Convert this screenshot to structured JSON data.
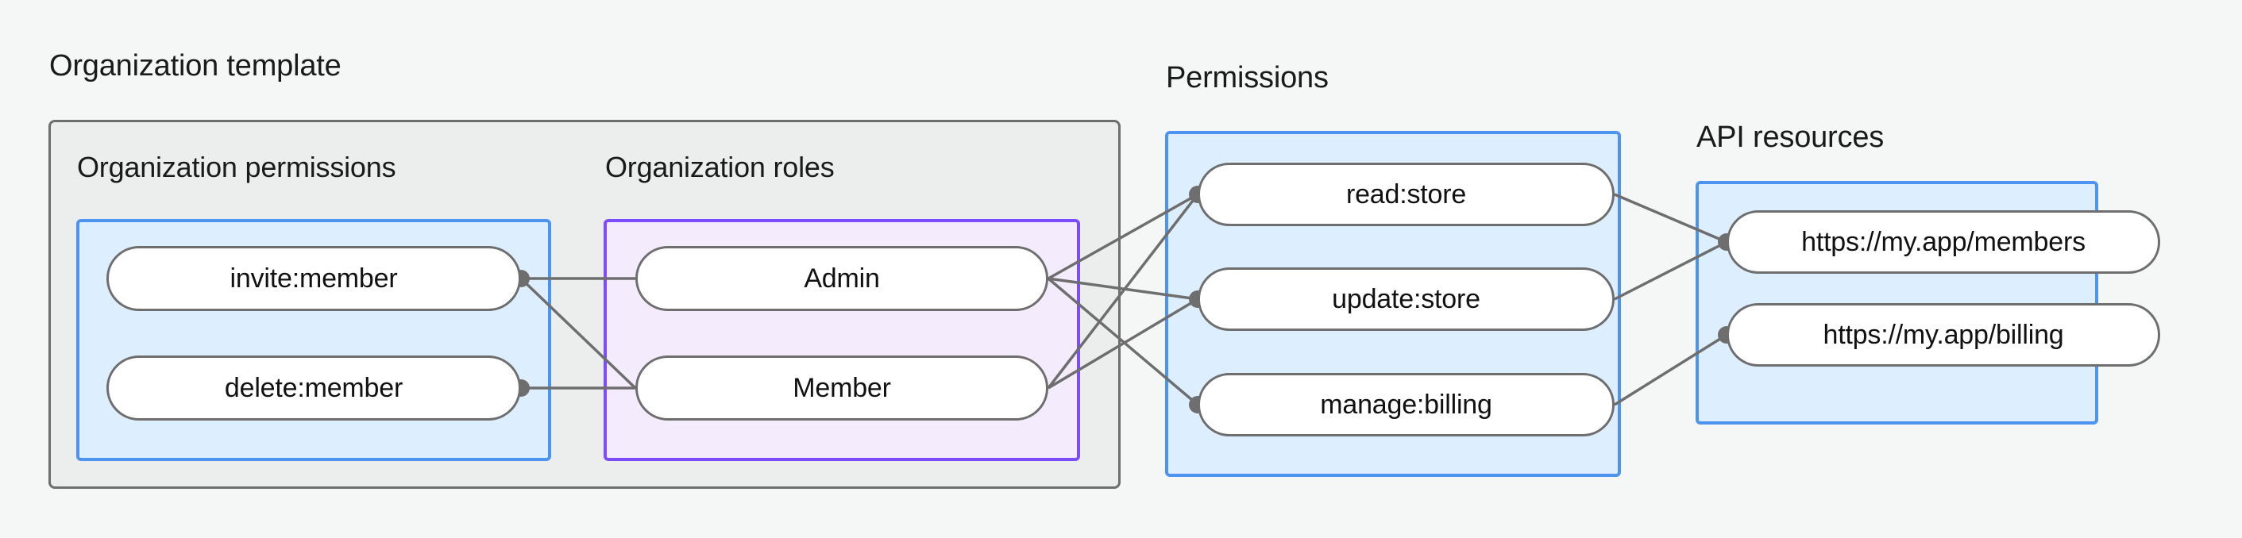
{
  "sections": {
    "org_template": {
      "caption": "Organization template"
    },
    "permissions": {
      "caption": "Permissions"
    },
    "api_resources": {
      "caption": "API resources"
    }
  },
  "groups": {
    "org_permissions": {
      "title": "Organization permissions",
      "nodes": [
        {
          "label": "invite:member"
        },
        {
          "label": "delete:member"
        }
      ]
    },
    "org_roles": {
      "title": "Organization roles",
      "nodes": [
        {
          "label": "Admin"
        },
        {
          "label": "Member"
        }
      ]
    },
    "permissions": {
      "nodes": [
        {
          "label": "read:store"
        },
        {
          "label": "update:store"
        },
        {
          "label": "manage:billing"
        }
      ]
    },
    "api_resources": {
      "nodes": [
        {
          "label": "https://my.app/members"
        },
        {
          "label": "https://my.app/billing"
        }
      ]
    }
  },
  "edges": [
    {
      "from": "invite:member",
      "to": "Admin"
    },
    {
      "from": "invite:member",
      "to": "Member"
    },
    {
      "from": "delete:member",
      "to": "Member"
    },
    {
      "from": "Admin",
      "to": "read:store"
    },
    {
      "from": "Admin",
      "to": "update:store"
    },
    {
      "from": "Admin",
      "to": "manage:billing"
    },
    {
      "from": "Member",
      "to": "read:store"
    },
    {
      "from": "Member",
      "to": "update:store"
    },
    {
      "from": "read:store",
      "to": "https://my.app/members"
    },
    {
      "from": "update:store",
      "to": "https://my.app/members"
    },
    {
      "from": "manage:billing",
      "to": "https://my.app/billing"
    }
  ],
  "colors": {
    "background": "#f5f7f7",
    "container_fill": "#eceeed",
    "container_border": "#6e6e6e",
    "blue_fill": "#ddeeff",
    "blue_border": "#4d94f0",
    "purple_fill": "#f4ebfd",
    "purple_border": "#7c4dff",
    "node_fill": "#ffffff",
    "node_border": "#6e6e6e",
    "edge": "#6e6e6e"
  }
}
